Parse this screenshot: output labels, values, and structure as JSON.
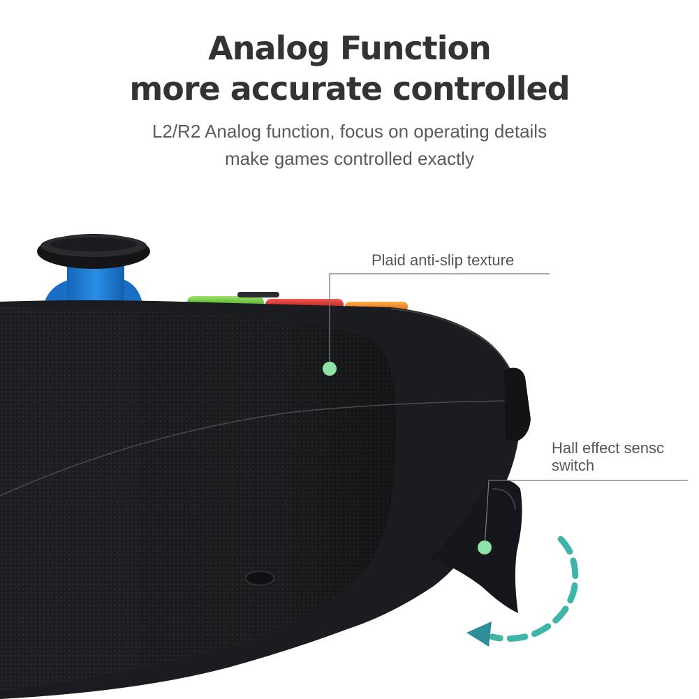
{
  "header": {
    "title_line1": "Analog Function",
    "title_line2": "more accurate controlled",
    "subtitle_line1": "L2/R2 Analog function, focus on operating details",
    "subtitle_line2": "make games controlled exactly"
  },
  "callouts": {
    "texture": "Plaid anti-slip texture",
    "hall_line1": "Hall effect sensc",
    "hall_line2": "switch"
  },
  "colors": {
    "background": "#ffffff",
    "controller_body": "#1c1d20",
    "thumbstick_stem": "#1f7fd6",
    "button_green": "#5cc22d",
    "button_red": "#d8231f",
    "button_orange": "#f07a12",
    "marker_dot": "#8fe3a6",
    "arrow": "#3fb5a9"
  },
  "icons": [
    "thumbstick-icon",
    "trigger-icon",
    "curved-arrow-icon"
  ]
}
